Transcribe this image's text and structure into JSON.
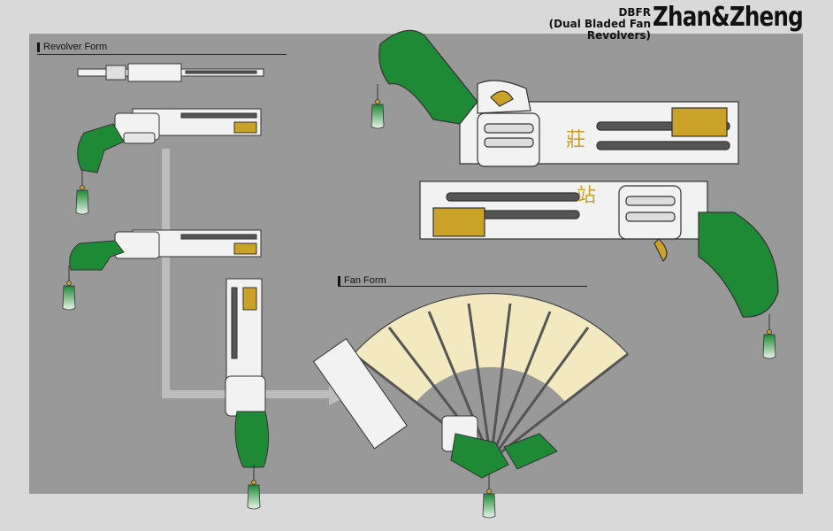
{
  "header": {
    "code": "DBFR",
    "subtitle": "(Dual Bladed Fan Revolvers)",
    "title": "Zhan&Zheng"
  },
  "sections": {
    "revolver_form": "Revolver Form",
    "fan_form": "Fan Form"
  },
  "glyphs": {
    "zhan": "站",
    "zheng": "莊"
  },
  "colors": {
    "background": "#d9d9d9",
    "panel": "#999999",
    "grip_green": "#1e8a35",
    "grip_dark": "#0f5a20",
    "gold": "#c9a227",
    "steel": "#f2f2f2",
    "fan_paper": "#f3e9c0"
  }
}
